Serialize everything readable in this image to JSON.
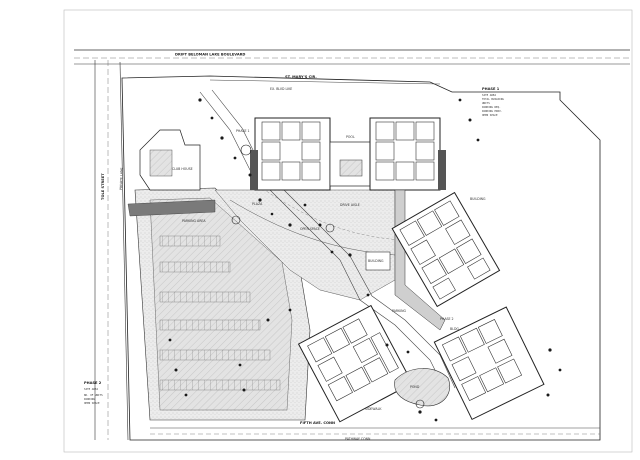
{
  "labels": {
    "boulevard": "DRIFT BELOMAN LAKE BOULEVARD",
    "top_lane": "ST. MARY'S CIR.",
    "top_lane2": "EX. BLVD LIKE",
    "road_left": "TOLE STREET",
    "road_left2": "PRIVATE LANE",
    "road_bottom": "FIFTH AVE. CONN",
    "road_bottom2": "PATHWAY CONN",
    "lot_left": "PARKING AREA",
    "lot_mid": "OPEN SPACE",
    "corner_bldg": "CLUB HOUSE",
    "label_a": "PHASE 1",
    "label_b": "PHASE 2",
    "note_mid": "BUILDING",
    "note_right": "POOL",
    "note_right2": "BUILDING",
    "note_right3": "BLDG",
    "note_right4": "PARKING",
    "note_right5": "SIDEWALK",
    "note_mid2": "DRIVE AISLE",
    "note_pond": "POND",
    "note_plaza": "PLAZA"
  },
  "table_top": {
    "title": "PHASE 1",
    "rows": [
      "SITE AREA",
      "TOTAL BUILDING",
      "UNITS",
      "PARKING REQ.",
      "PARKING PROV.",
      "OPEN SPACE"
    ]
  },
  "table_bottom": {
    "title": "PHASE 2",
    "rows": [
      "SITE AREA",
      "NO. OF UNITS",
      "PARKING",
      "OPEN SPACE"
    ]
  },
  "colors": {
    "line": "#2a2a2a",
    "wall": "#3a3a3a",
    "paving": "#d9d9d9",
    "hatch": "#bdbdbd",
    "tree": "#1a1a1a"
  }
}
